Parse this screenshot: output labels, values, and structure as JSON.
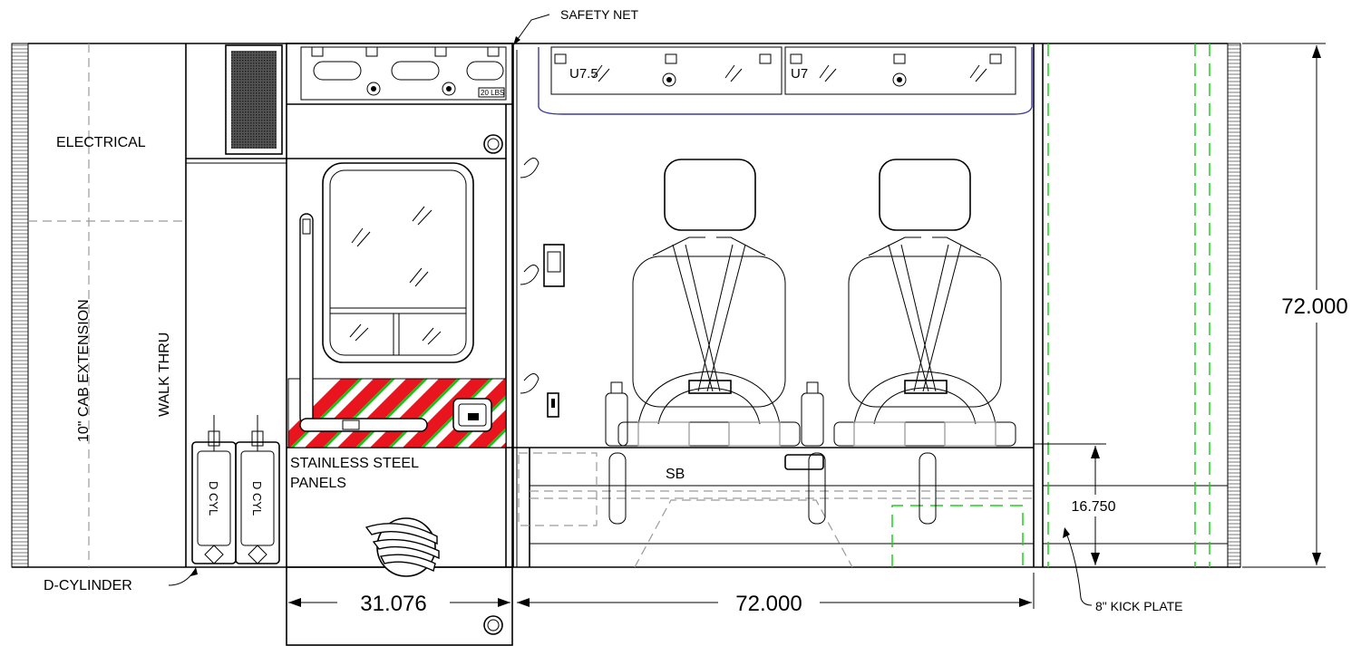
{
  "labels": {
    "safety_net": "SAFETY NET",
    "electrical": "ELECTRICAL",
    "cab_extension": "10\" CAB EXTENSION",
    "walk_thru": "WALK THRU",
    "stainless_panels_line1": "STAINLESS STEEL",
    "stainless_panels_line2": "PANELS",
    "d_cylinder": "D-CYLINDER",
    "d_cyl_1": "D CYL",
    "d_cyl_2": "D CYL",
    "kick_plate": "8\" KICK PLATE",
    "sb": "SB",
    "u75": "U7.5",
    "u7": "U7",
    "weight_tag": "20 LBS"
  },
  "dimensions": {
    "door_width": "31.076",
    "compartment_width": "72.000",
    "overall_height": "72.000",
    "bench_height": "16.750"
  },
  "colors": {
    "outline": "#000000",
    "hidden_line": "#9a9a9a",
    "kick_plate_line": "#19d419",
    "stripe_red": "#e8141e",
    "stripe_green": "#19c219",
    "cabinet_edge": "#3a3aa0"
  }
}
